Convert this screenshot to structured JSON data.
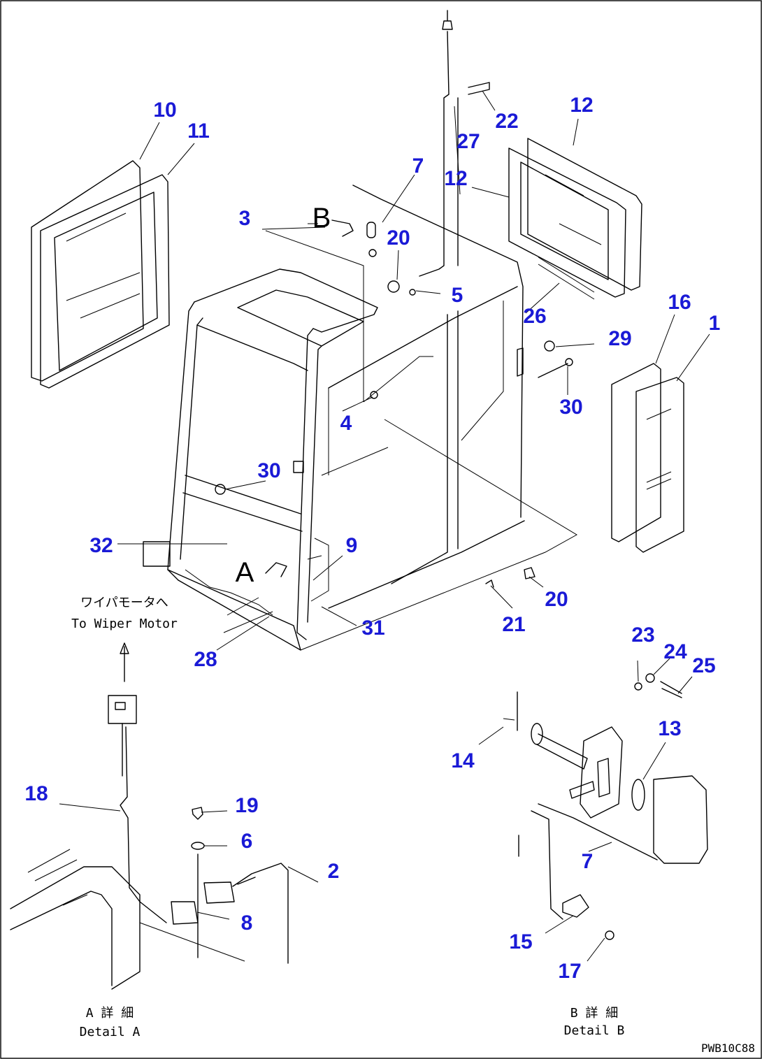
{
  "drawing_code": "PWB10C88",
  "detail_a": {
    "jp": "A 詳 細",
    "en": "Detail A"
  },
  "detail_b": {
    "jp": "B 詳 細",
    "en": "Detail B"
  },
  "wiper_note": {
    "jp": "ワイパモータへ",
    "en": "To Wiper Motor"
  },
  "view_letters": {
    "a": "A",
    "b": "B"
  },
  "callouts": [
    "1",
    "2",
    "3",
    "4",
    "5",
    "6",
    "7",
    "7",
    "8",
    "9",
    "10",
    "11",
    "12",
    "12",
    "13",
    "14",
    "15",
    "16",
    "17",
    "18",
    "19",
    "20",
    "20",
    "21",
    "22",
    "23",
    "24",
    "25",
    "26",
    "27",
    "28",
    "29",
    "30",
    "30",
    "31",
    "32"
  ],
  "colors": {
    "callout": "#1a1ad6",
    "line": "#000000"
  }
}
